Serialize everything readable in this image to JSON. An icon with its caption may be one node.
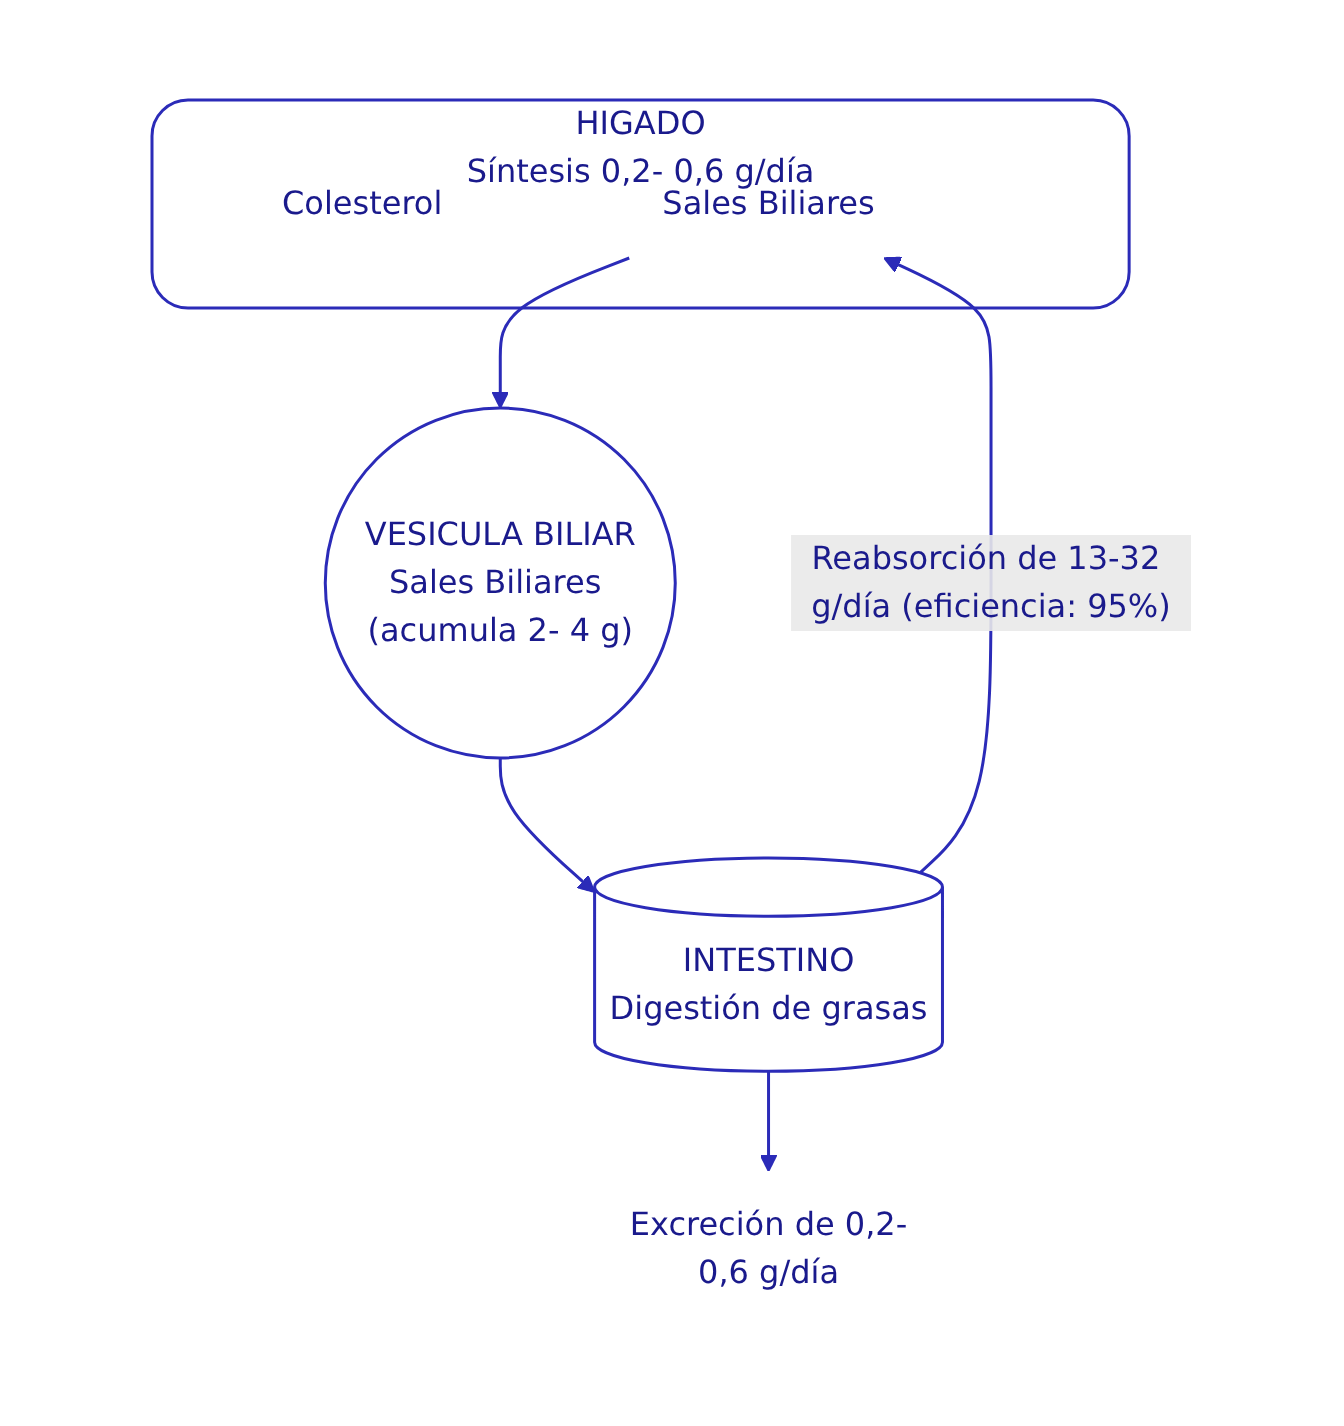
{
  "diagram": {
    "nodes": [
      {
        "text": [
          "HIGADO",
          "Síntesis 0,2- 0,6 g/día"
        ]
      },
      {
        "text": [
          "Colesterol"
        ],
        "in": 0
      },
      {
        "text": [
          "Sales Biliares"
        ],
        "in": 0
      },
      {
        "text": [
          "VESICULA BILIAR",
          "Sales Biliares (acumula 2- 4 g)"
        ]
      },
      {
        "text": [
          "INTESTINO",
          "Digestión de grasas"
        ]
      },
      {
        "text": [
          "Excreción de 0,2-0,6 g/día"
        ]
      }
    ],
    "edges": [
      {
        "from": 2,
        "to": 3,
        "arrow": "to"
      },
      {
        "from": 3,
        "to": 4,
        "arrow": "to"
      },
      {
        "from": 4,
        "to": 2,
        "arrow": "to",
        "label": "Reabsorción de 13-32 g/día (eficiencia: 95%)"
      },
      {
        "from": 4,
        "to": 5,
        "arrow": "to"
      }
    ]
  }
}
